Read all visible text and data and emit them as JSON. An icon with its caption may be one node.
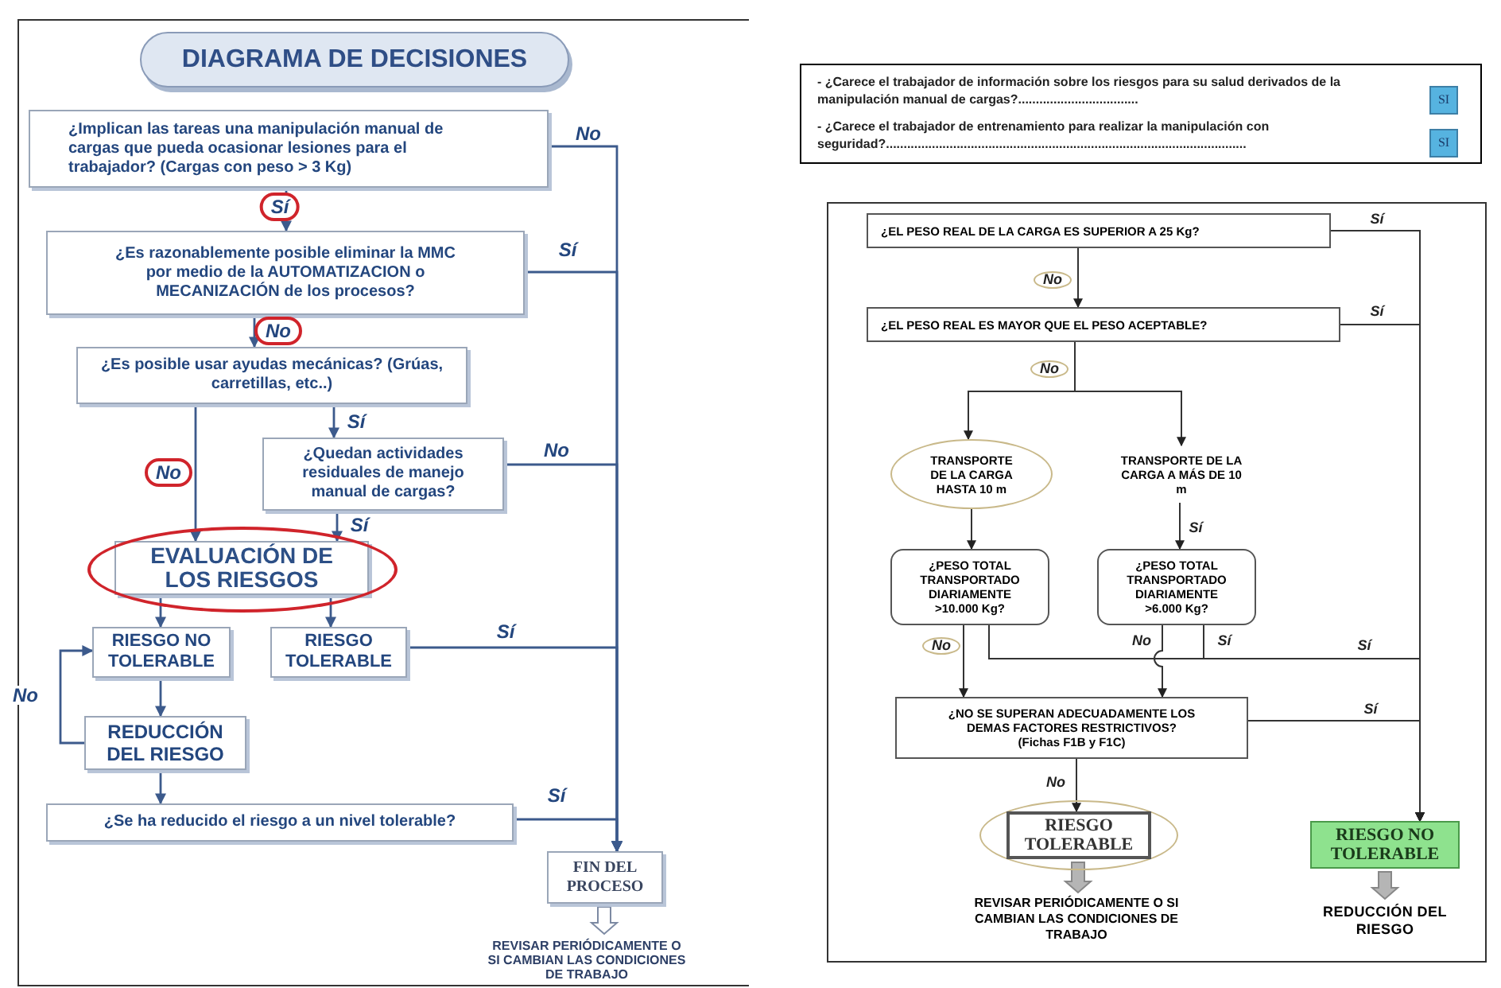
{
  "diagram": {
    "title": "DIAGRAMA DE DECISIONES",
    "nodes": [
      {
        "text": [
          "¿Implican las tareas una manipulación manual de cargas que pueda ocasionar lesiones para el trabajador? (Cargas con peso > 3 Kg)"
        ]
      },
      {
        "text": [
          "¿Es razonablemente posible eliminar la MMC por medio de la AUTOMATIZACION o MECANIZACIÓN de los procesos?"
        ]
      },
      {
        "text": [
          "¿Es posible usar ayudas mecánicas? (Grúas, carretillas, etc..)"
        ]
      },
      {
        "text": [
          "¿Quedan actividades residuales de manejo manual de cargas?"
        ]
      },
      {
        "text": [
          "EVALUACIÓN DE LOS RIESGOS"
        ]
      },
      {
        "text": [
          "RIESGO NO TOLERABLE"
        ]
      },
      {
        "text": [
          "RIESGO TOLERABLE"
        ]
      },
      {
        "text": [
          "REDUCCIÓN DEL RIESGO"
        ]
      },
      {
        "text": [
          "¿Se ha reducido el riesgo a un nivel tolerable?"
        ]
      },
      {
        "text": [
          "FIN DEL PROCESO"
        ]
      },
      {
        "text": [
          "REVISAR PERIÓDICAMENTE O SI CAMBIAN LAS CONDICIONES DE TRABAJO"
        ]
      },
      {
        "text": [
          "- ¿Carece el trabajador de información sobre los riesgos para su salud derivados de la manipulación manual de cargas?..................................",
          "- ¿Carece el trabajador de entrenamiento para realizar la manipulación con seguridad?......................................................................................................"
        ]
      },
      {
        "text": [
          "SI"
        ],
        "in": 11
      },
      {
        "text": [
          "SI"
        ],
        "in": 11
      },
      {
        "text": [
          "¿EL PESO REAL DE LA CARGA ES SUPERIOR A 25 Kg?"
        ]
      },
      {
        "text": [
          "¿EL PESO REAL ES MAYOR QUE EL PESO ACEPTABLE?"
        ]
      },
      {
        "text": [
          "TRANSPORTE DE LA CARGA HASTA 10 m"
        ]
      },
      {
        "text": [
          "TRANSPORTE DE LA CARGA A MÁS DE 10 m"
        ]
      },
      {
        "text": [
          "¿PESO TOTAL TRANSPORTADO DIARIAMENTE >10.000 Kg?"
        ]
      },
      {
        "text": [
          "¿PESO TOTAL TRANSPORTADO DIARIAMENTE >6.000 Kg?"
        ]
      },
      {
        "text": [
          "¿NO SE SUPERAN ADECUADAMENTE LOS DEMAS FACTORES RESTRICTIVOS? (Fichas F1B y F1C)"
        ]
      },
      {
        "text": [
          "RIESGO TOLERABLE"
        ]
      },
      {
        "text": [
          "REVISAR PERIÓDICAMENTE O SI CAMBIAN LAS CONDICIONES DE TRABAJO"
        ]
      },
      {
        "text": [
          "RIESGO NO TOLERABLE"
        ]
      },
      {
        "text": [
          "REDUCCIÓN DEL RIESGO"
        ]
      }
    ],
    "edges": [
      {
        "from": 0,
        "to": 1,
        "arrow": "to",
        "label": "Sí"
      },
      {
        "from": 1,
        "to": 2,
        "arrow": "to",
        "label": "No"
      },
      {
        "from": 2,
        "to": 3,
        "arrow": "to",
        "label": "Sí"
      },
      {
        "from": 2,
        "to": 4,
        "arrow": "to",
        "label": "No"
      },
      {
        "from": 3,
        "to": 4,
        "arrow": "to",
        "label": "Sí"
      },
      {
        "from": 4,
        "to": 5,
        "arrow": "to"
      },
      {
        "from": 4,
        "to": 6,
        "arrow": "to"
      },
      {
        "from": 5,
        "to": 7,
        "arrow": "to"
      },
      {
        "from": 7,
        "to": 8,
        "arrow": "to"
      },
      {
        "from": 7,
        "to": 5,
        "arrow": "to",
        "label": "No"
      },
      {
        "from": 0,
        "to": 9,
        "arrow": "to",
        "label": "No"
      },
      {
        "from": 1,
        "to": 9,
        "arrow": "to",
        "label": "Sí"
      },
      {
        "from": 3,
        "to": 9,
        "arrow": "to",
        "label": "No"
      },
      {
        "from": 6,
        "to": 9,
        "arrow": "to",
        "label": "Sí"
      },
      {
        "from": 8,
        "to": 9,
        "arrow": "to",
        "label": "Sí"
      },
      {
        "from": 9,
        "to": 10,
        "arrow": "to"
      },
      {
        "from": 14,
        "to": 15,
        "arrow": "to",
        "label": "No"
      },
      {
        "from": 14,
        "to": 23,
        "arrow": "to",
        "label": "Sí"
      },
      {
        "from": 15,
        "to": 23,
        "arrow": "to",
        "label": "Sí"
      },
      {
        "from": 15,
        "to": 16,
        "arrow": "to",
        "label": "No"
      },
      {
        "from": 15,
        "to": 17,
        "arrow": "to"
      },
      {
        "from": 16,
        "to": 18,
        "arrow": "to"
      },
      {
        "from": 17,
        "to": 19,
        "arrow": "to",
        "label": "Sí"
      },
      {
        "from": 18,
        "to": 20,
        "arrow": "to",
        "label": "No"
      },
      {
        "from": 18,
        "to": 23,
        "arrow": "to",
        "label": "Sí"
      },
      {
        "from": 19,
        "to": 23,
        "arrow": "to",
        "label": "Sí"
      },
      {
        "from": 19,
        "to": 20,
        "arrow": "to",
        "label": "No"
      },
      {
        "from": 20,
        "to": 23,
        "arrow": "to",
        "label": "Sí"
      },
      {
        "from": 20,
        "to": 21,
        "arrow": "to",
        "label": "No"
      },
      {
        "from": 21,
        "to": 22,
        "arrow": "to"
      },
      {
        "from": 23,
        "to": 24,
        "arrow": "to"
      }
    ]
  }
}
